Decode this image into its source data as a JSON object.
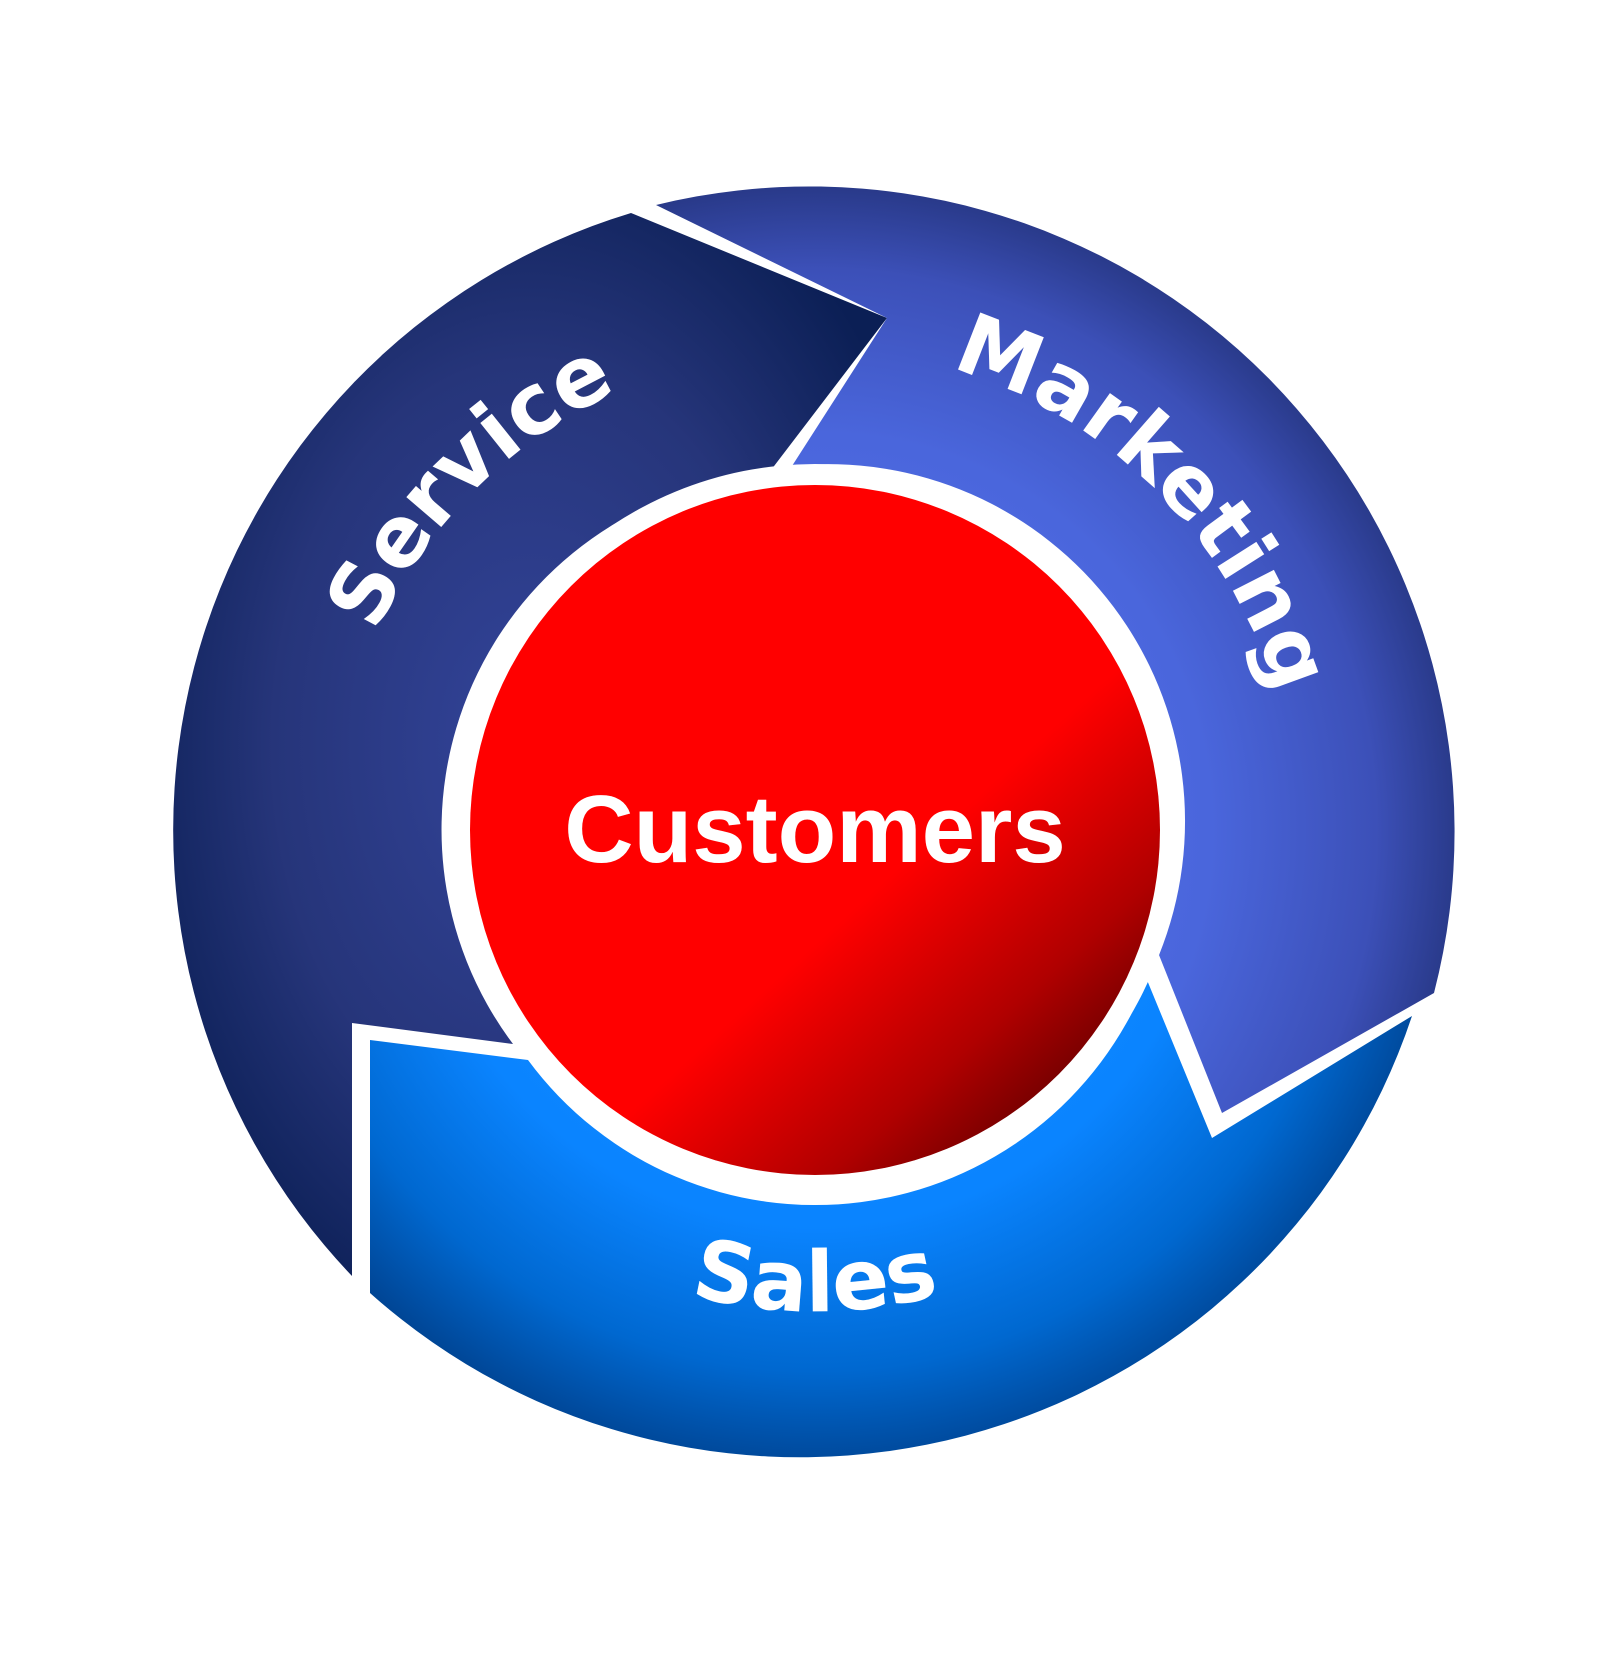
{
  "center": {
    "label": "Customers",
    "color": "#ff0000"
  },
  "segments": [
    {
      "id": "service",
      "label": "Service",
      "color": "#26357a"
    },
    {
      "id": "marketing",
      "label": "Marketing",
      "color": "#4a66dc"
    },
    {
      "id": "sales",
      "label": "Sales",
      "color": "#0a84ff"
    }
  ],
  "colors": {
    "separator": "#ffffff",
    "background": "#ffffff"
  }
}
